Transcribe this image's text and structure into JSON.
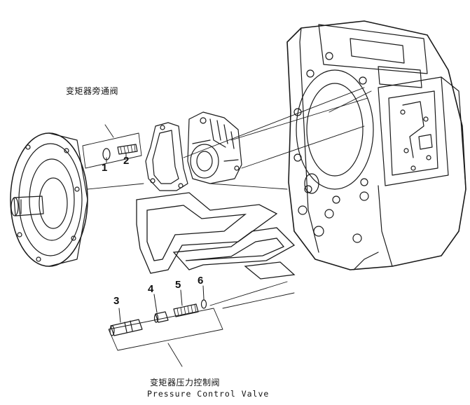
{
  "labels": {
    "bypass_valve_cn": "变矩器旁通阀",
    "pressure_valve_cn": "变矩器压力控制阀",
    "pressure_valve_en": "Pressure Control Valve"
  },
  "part_numbers": [
    "1",
    "2",
    "3",
    "4",
    "5",
    "6"
  ],
  "colors": {
    "line": "#1a1a1a",
    "background": "#ffffff"
  }
}
